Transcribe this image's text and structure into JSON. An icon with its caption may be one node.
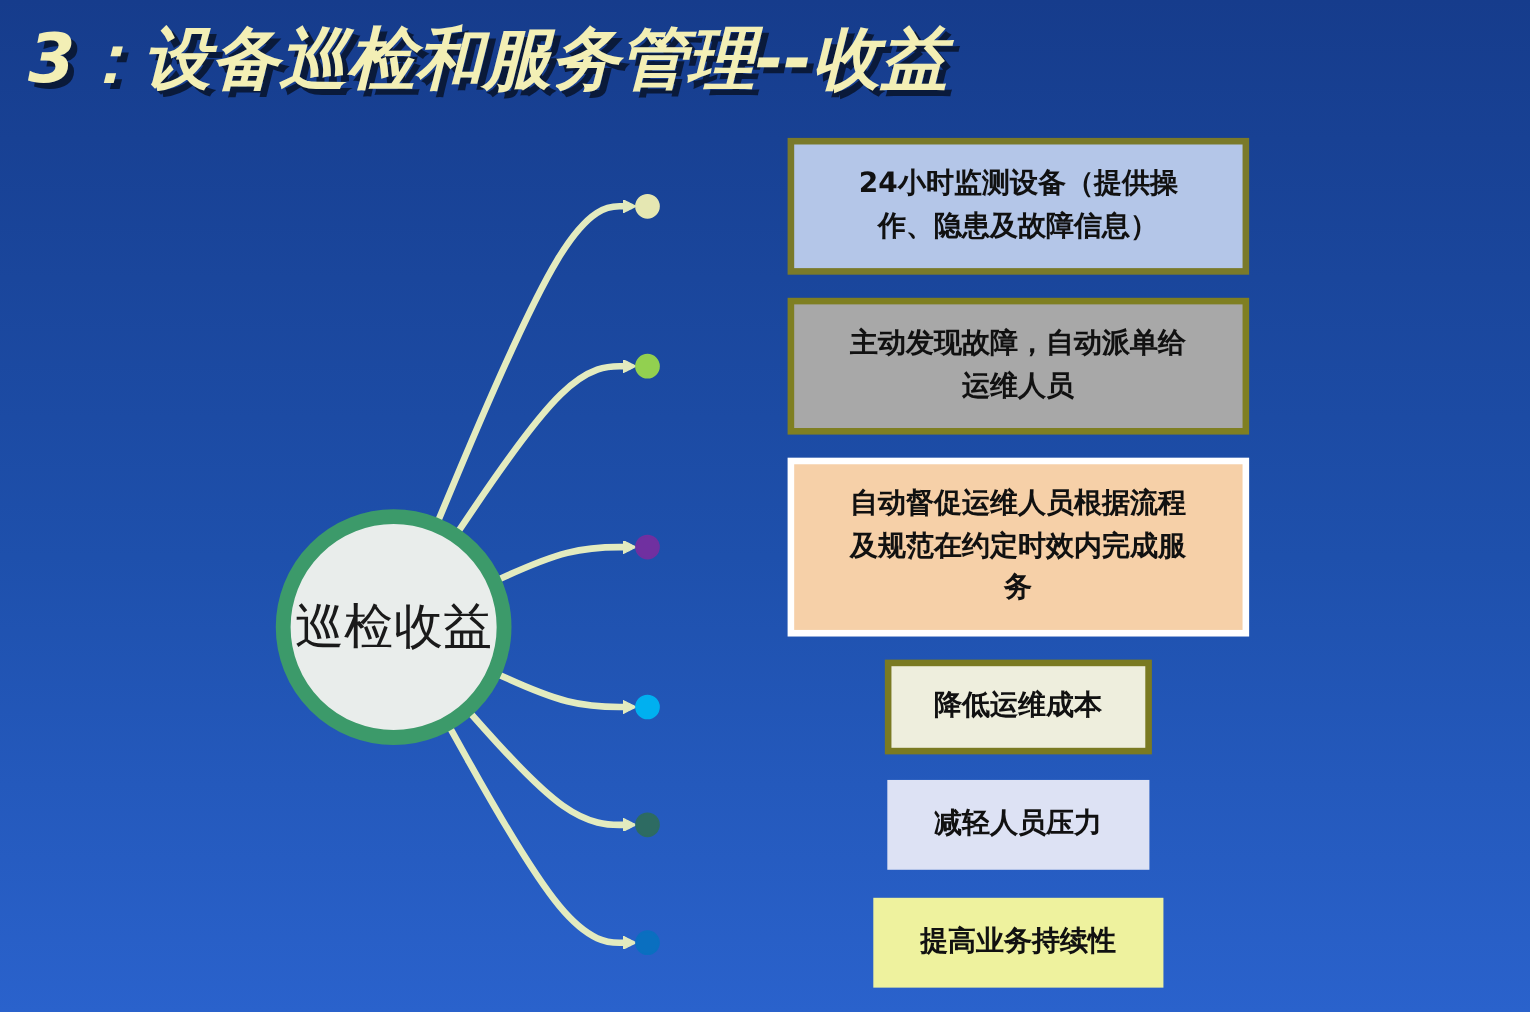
{
  "diagram": {
    "title": "3：设备巡检和服务管理--收益",
    "nodes": [
      {
        "text": [
          "巡检收益"
        ]
      },
      {
        "text": [],
        "shape": "circle"
      },
      {
        "text": [
          "24小时监测设备（提供操作、隐患及故障信息）"
        ]
      },
      {
        "text": [],
        "shape": "circle"
      },
      {
        "text": [
          "主动发现故障，自动派单给运维人员"
        ]
      },
      {
        "text": [],
        "shape": "circle"
      },
      {
        "text": [
          "自动督促运维人员根据流程及规范在约定时效内完成服务"
        ]
      },
      {
        "text": [],
        "shape": "circle"
      },
      {
        "text": [
          "降低运维成本"
        ]
      },
      {
        "text": [],
        "shape": "circle"
      },
      {
        "text": [
          "减轻人员压力"
        ]
      },
      {
        "text": [],
        "shape": "circle"
      },
      {
        "text": [
          "提高业务持续性"
        ]
      }
    ],
    "edges": [
      {
        "from": 0,
        "to": 1,
        "arrow": "to"
      },
      {
        "from": 0,
        "to": 3,
        "arrow": "to"
      },
      {
        "from": 0,
        "to": 5,
        "arrow": "to"
      },
      {
        "from": 0,
        "to": 7,
        "arrow": "to"
      },
      {
        "from": 0,
        "to": 9,
        "arrow": "to"
      },
      {
        "from": 0,
        "to": 11,
        "arrow": "to"
      }
    ]
  }
}
